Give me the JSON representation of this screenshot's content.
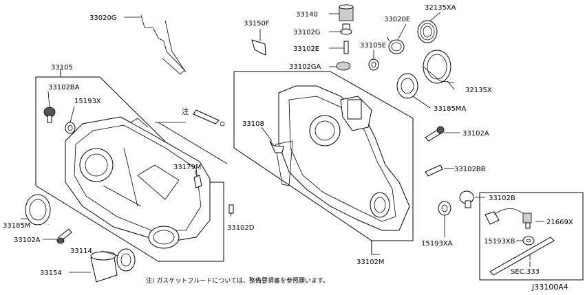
{
  "diagram_id": "J33100A4",
  "note": "注) ガスケットフルードについては、整備要領書を参照願います。",
  "note_marker": "注",
  "callouts": {
    "c33020G": "33020G",
    "c33150F": "33150F",
    "c33140": "33140",
    "c33102G": "33102G",
    "c33102E": "33102E",
    "c33102GA": "33102GA",
    "c33105E": "33105E",
    "c33020E": "33020E",
    "c32135XA": "32135XA",
    "c32135X": "32135X",
    "c33185MA": "33185MA",
    "c33105": "33105",
    "c33102BA": "33102BA",
    "c15193X": "15193X",
    "c33108": "33108",
    "c33179M": "33179M",
    "c33102D": "33102D",
    "c33102A_r": "33102A",
    "c33102BB": "33102BB",
    "c33102B": "33102B",
    "c21669X": "21669X",
    "c15193XB": "15193XB",
    "c15193XA": "15193XA",
    "cSEC333": "SEC.333",
    "c33185M": "33185M",
    "c33102A_l": "33102A",
    "c33114": "33114",
    "c33154": "33154",
    "c33102M": "33102M"
  }
}
